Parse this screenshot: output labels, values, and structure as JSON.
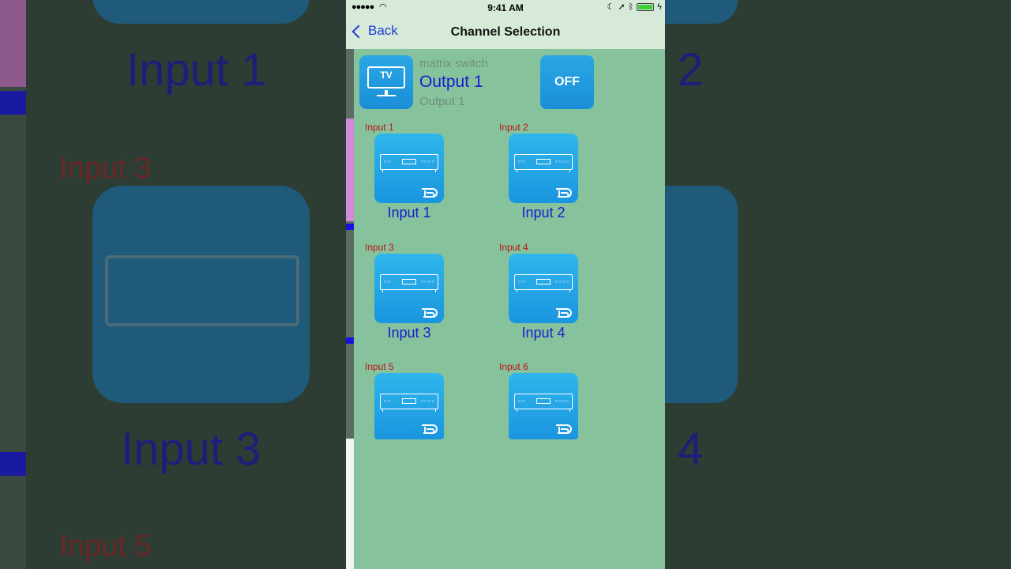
{
  "status_bar": {
    "signal": "●●●●●",
    "time": "9:41 AM"
  },
  "nav": {
    "back_label": "Back",
    "title": "Channel Selection"
  },
  "header": {
    "subtitle": "matrix switch",
    "title": "Output 1",
    "detail": "Output 1",
    "icon_label": "TV",
    "power_label": "OFF"
  },
  "inputs": [
    {
      "top_label": "Input 1",
      "label": "Input 1"
    },
    {
      "top_label": "Input 2",
      "label": "Input 2"
    },
    {
      "top_label": "Input 3",
      "label": "Input 3"
    },
    {
      "top_label": "Input 4",
      "label": "Input 4"
    },
    {
      "top_label": "Input 5",
      "label": ""
    },
    {
      "top_label": "Input 6",
      "label": ""
    }
  ],
  "background": {
    "left_blue_1": "Input 1",
    "left_red": "Input 3",
    "left_blue_2": "Input 3",
    "left_red_2": "Input 5",
    "right_1": "2",
    "right_2": "4"
  },
  "colors": {
    "panel_bg": "#86c39c",
    "tile_blue": "#1a95df",
    "title_blue": "#1a1ad0",
    "label_red": "#c0111a"
  }
}
